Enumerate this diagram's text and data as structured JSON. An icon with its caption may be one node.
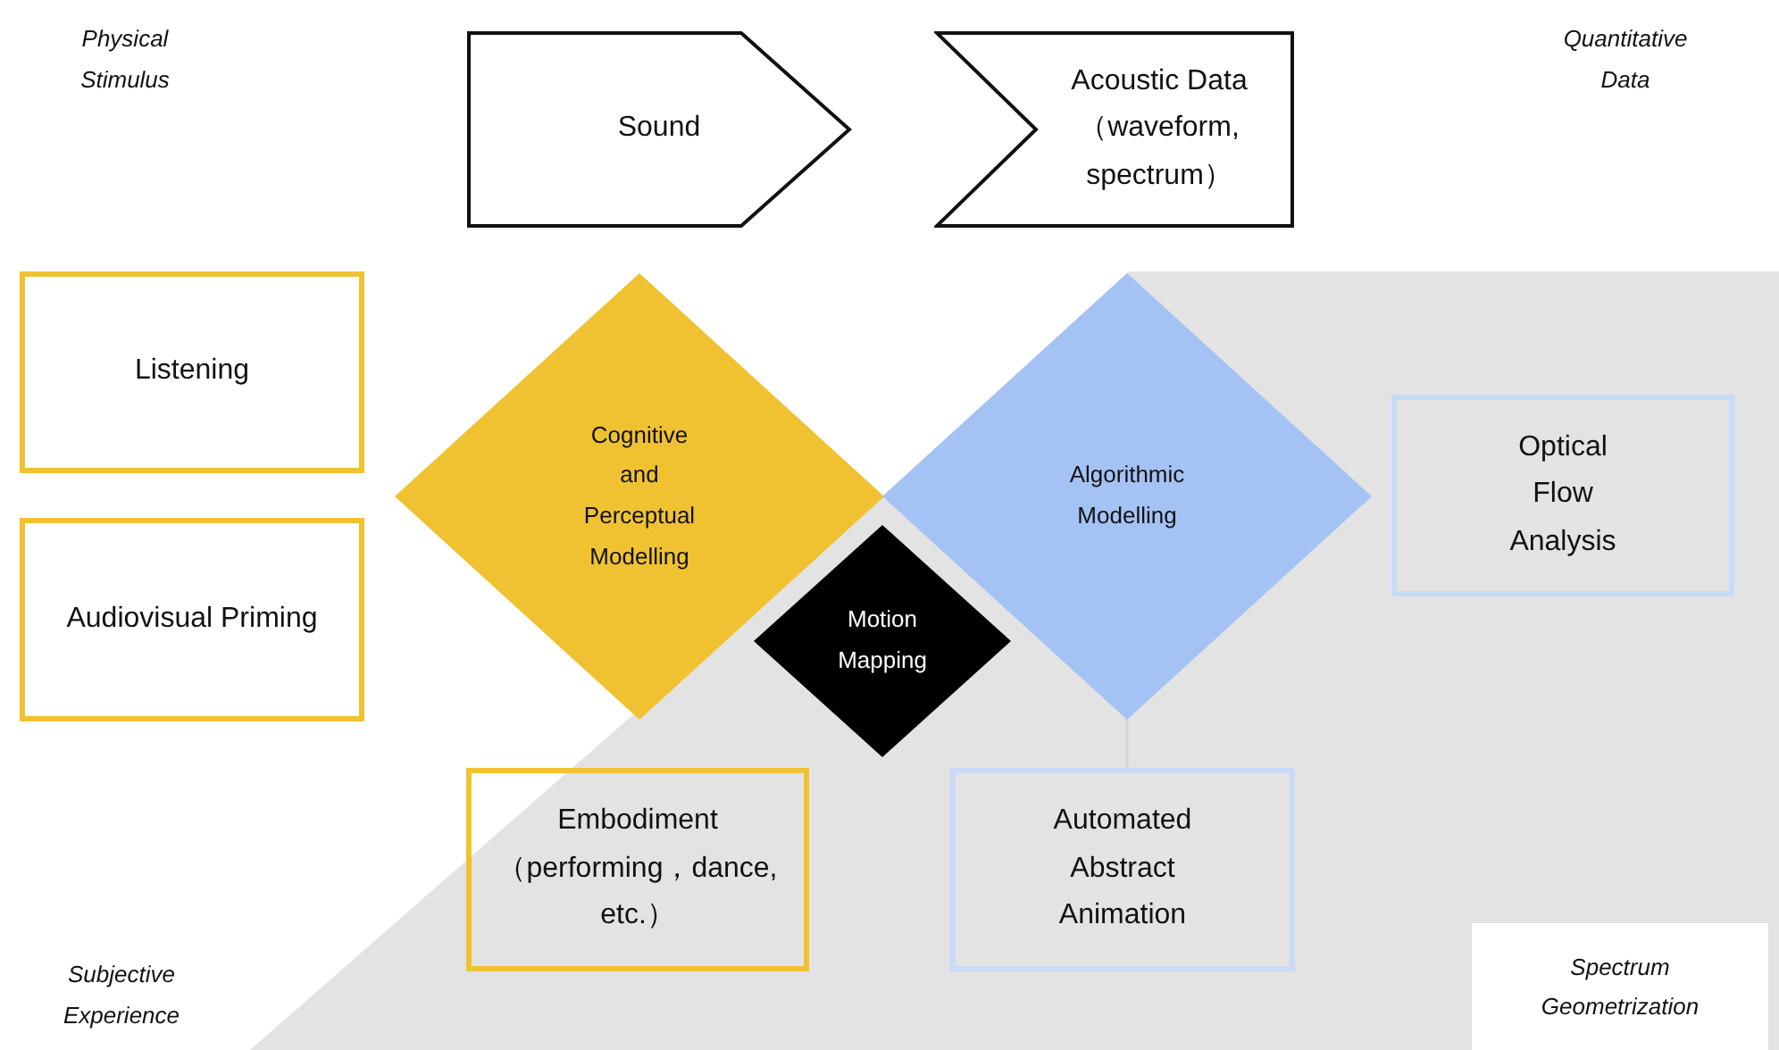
{
  "diagram": {
    "nodes": [
      {
        "text": [
          "Sound"
        ]
      },
      {
        "text": [
          "Acoustic Data",
          "（waveform, spectrum）"
        ]
      },
      {
        "text": [
          "Listening"
        ]
      },
      {
        "text": [
          "Audiovisual Priming"
        ]
      },
      {
        "text": [
          "Cognitive and Perceptual Modelling"
        ]
      },
      {
        "text": [
          "Algorithmic Modelling"
        ]
      },
      {
        "text": [
          "Motion Mapping"
        ]
      },
      {
        "text": [
          "Optical Flow Analysis"
        ]
      },
      {
        "text": [
          "Embodiment",
          "（performing，dance, etc.）"
        ]
      },
      {
        "text": [
          "Automated Abstract Animation"
        ]
      },
      {
        "text": [
          "Spectrum Geometrization"
        ]
      }
    ],
    "edges": [
      {
        "from": 5,
        "to": 9,
        "arrow": "none",
        "color": "#d4d4d4"
      }
    ],
    "labels": [
      "Physical Stimulus",
      "Quantitative Data",
      "Subjective Experience"
    ]
  }
}
